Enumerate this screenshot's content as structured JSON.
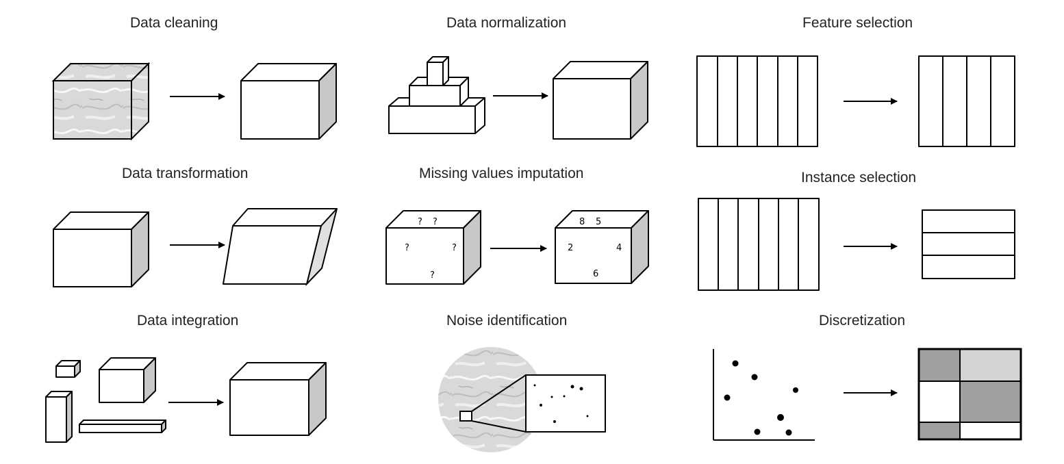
{
  "panels": {
    "cleaning": {
      "title": "Data cleaning"
    },
    "normalization": {
      "title": "Data normalization"
    },
    "feature_selection": {
      "title": "Feature selection"
    },
    "transformation": {
      "title": "Data transformation"
    },
    "imputation": {
      "title": "Missing values imputation",
      "missing_marks": [
        "?",
        "?",
        "?",
        "?",
        "?"
      ],
      "imputed_values": [
        "8",
        "5",
        "2",
        "4",
        "6"
      ]
    },
    "instance_selection": {
      "title": "Instance selection"
    },
    "integration": {
      "title": "Data integration"
    },
    "noise": {
      "title": "Noise identification"
    },
    "discretization": {
      "title": "Discretization"
    }
  },
  "colors": {
    "block_face": "#ffffff",
    "block_side": "#c8c8c8",
    "marble": "#d9d9d9",
    "discretized_dark": "#a0a0a0",
    "discretized_light": "#d3d3d3",
    "stroke": "#000000"
  }
}
